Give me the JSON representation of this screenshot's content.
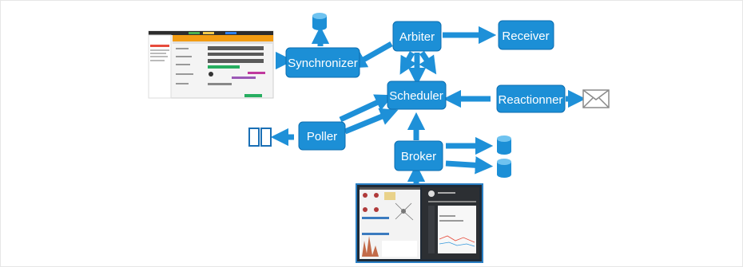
{
  "nodes": {
    "synchronizer": "Synchronizer",
    "arbiter": "Arbiter",
    "receiver": "Receiver",
    "scheduler": "Scheduler",
    "reactionner": "Reactionner",
    "poller": "Poller",
    "broker": "Broker"
  },
  "icons": {
    "database": "database-icon",
    "envelope": "envelope-icon",
    "hosts": "host-boxes-icon",
    "config_ui": "configuration-ui-screenshot",
    "monitoring_ui": "monitoring-ui-screenshot"
  },
  "colors": {
    "node_fill": "#1c8fd6",
    "arrow": "#1e90d8",
    "node_text": "#ffffff"
  }
}
